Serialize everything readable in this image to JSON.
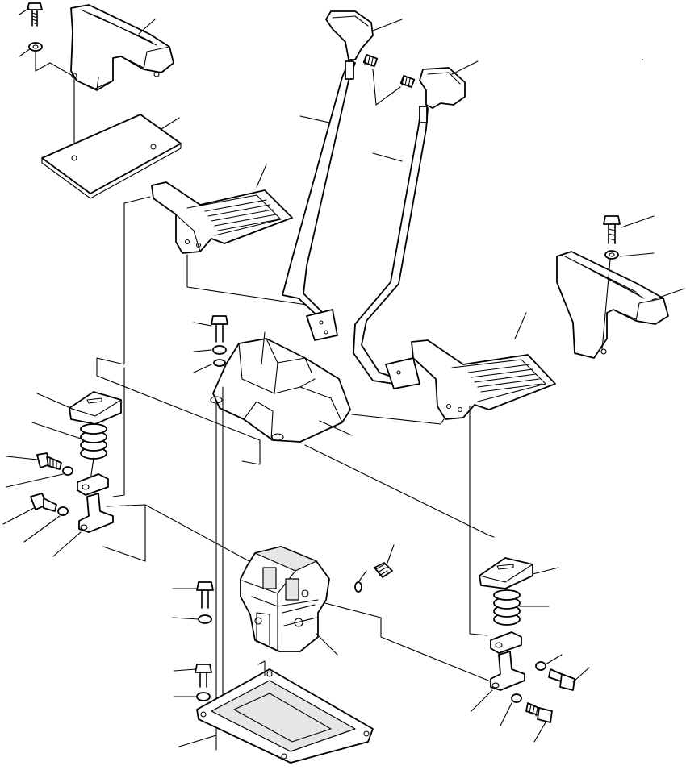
{
  "diagram": {
    "kind": "exploded parts drawing",
    "labels": [],
    "parts": [
      "left-grip-cover",
      "left-bolt",
      "left-washer",
      "floor-plate",
      "left-pedal",
      "right-pedal",
      "left-lever-knob",
      "right-lever-knob",
      "left-lever-rod",
      "right-lever-rod",
      "right-grip-cover",
      "upper-valve-cover",
      "pilot-valve-body",
      "base-frame",
      "left-damper-cap",
      "left-spring",
      "left-bracket",
      "right-damper-cap",
      "right-spring",
      "right-bracket",
      "grease-fitting"
    ]
  }
}
